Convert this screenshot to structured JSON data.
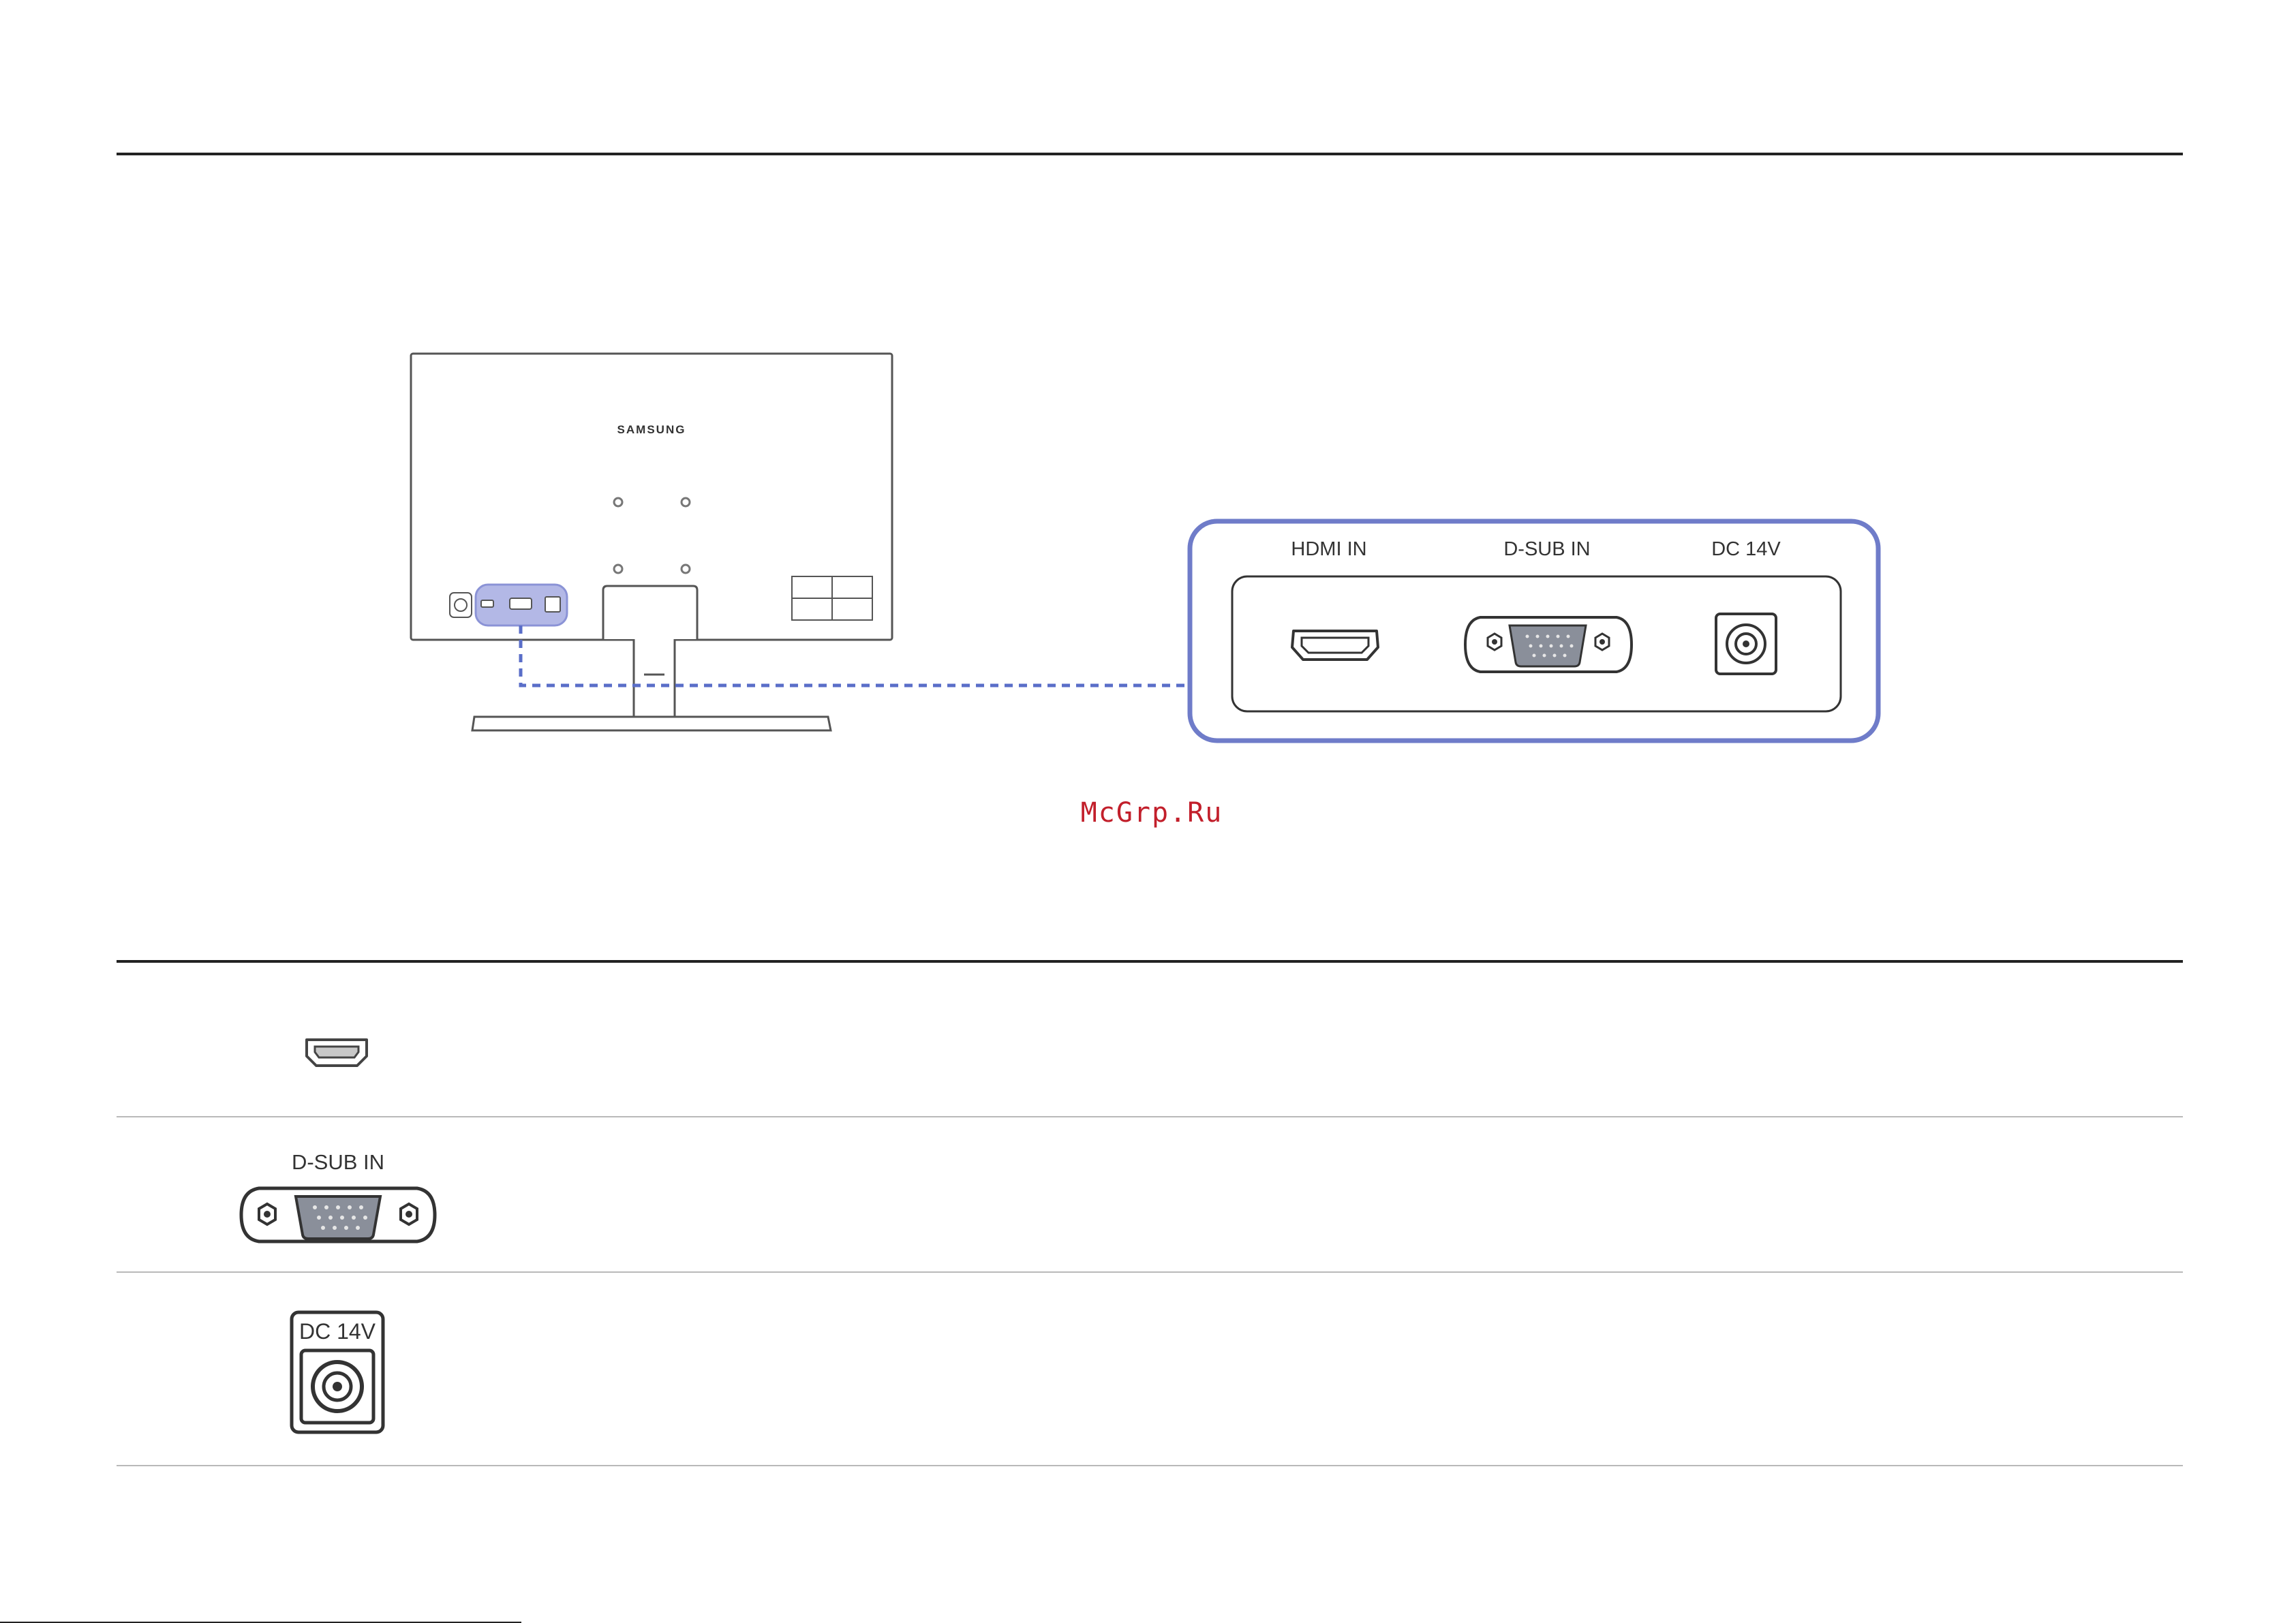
{
  "diagram": {
    "brand": "SAMSUNG",
    "ports": [
      {
        "label": "HDMI IN",
        "icon": "hdmi-port-icon"
      },
      {
        "label": "D-SUB IN",
        "icon": "dsub-port-icon"
      },
      {
        "label": "DC 14V",
        "icon": "dc-power-port-icon"
      }
    ],
    "highlight_color": "#6f7cc9"
  },
  "watermark": "McGrp.Ru",
  "table": {
    "rows": [
      {
        "icon": "hdmi-port-icon",
        "label": ""
      },
      {
        "icon": "dsub-port-icon",
        "label": "D-SUB IN"
      },
      {
        "icon": "dc-power-port-icon",
        "label": "DC 14V"
      }
    ]
  }
}
